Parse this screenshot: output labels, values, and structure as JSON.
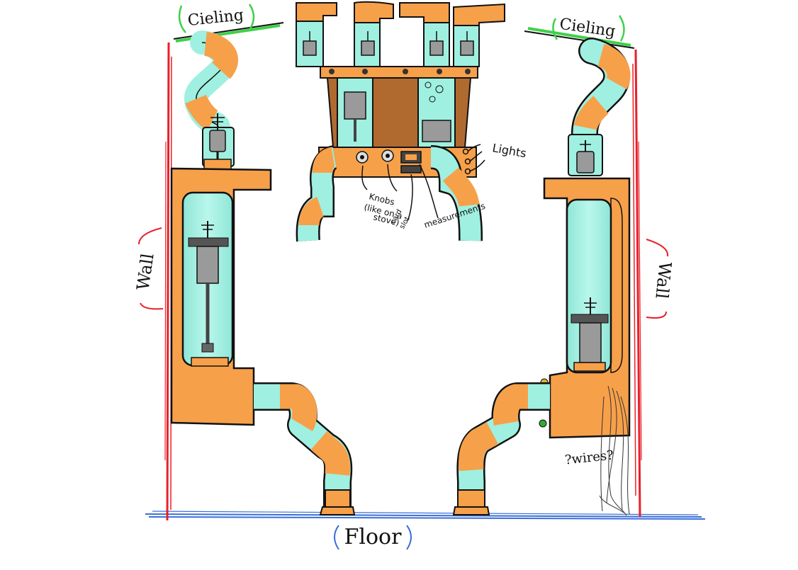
{
  "labels": {
    "ceiling_left": "Cieling",
    "ceiling_right": "Cieling",
    "wall_left": "Wall",
    "wall_right": "Wall",
    "floor": "Floor",
    "lights": "Lights",
    "knobs_line1": "Knobs",
    "knobs_line2": "(like on a",
    "knobs_line3": "stove)",
    "card_line1": "card",
    "card_line2": "slot",
    "measurements": "measurements",
    "wires": "?wires?"
  },
  "colors": {
    "pipe_teal": "#9ff0e0",
    "pipe_orange": "#f7a04a",
    "cabinet_brown": "#b06a30",
    "wall_red": "#e8202a",
    "floor_blue": "#3a6fd8",
    "ceiling_green": "#3fd04a",
    "outline": "#111111",
    "glass_gray": "#9a9a9a"
  }
}
